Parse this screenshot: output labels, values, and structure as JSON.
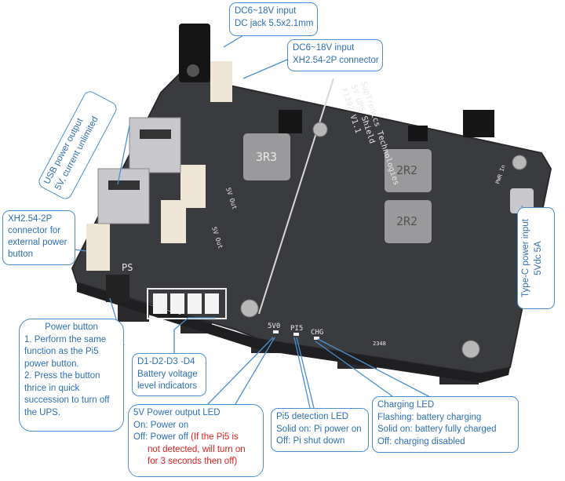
{
  "callouts": {
    "dc_jack": {
      "lines": [
        "DC6~18V input",
        "DC jack 5.5x2.1mm"
      ]
    },
    "xh_input": {
      "lines": [
        "DC6~18V input",
        "XH2.54-2P connector"
      ]
    },
    "usb": {
      "lines": [
        "USB power output",
        "5V, current unlimited"
      ]
    },
    "xh_button": {
      "lines": [
        "XH2.54-2P",
        "connector for",
        "external power",
        "button"
      ]
    },
    "power_button": {
      "title": "Power button",
      "lines": [
        "1. Perform the same",
        "function as the Pi5",
        "power button.",
        "2. Press the button",
        "thrice in quick",
        "succession to turn off",
        "the UPS."
      ]
    },
    "battery_leds": {
      "lines": [
        "D1-D2-D3 -D4",
        "Battery voltage",
        "level indicators"
      ]
    },
    "led_5v": {
      "lines": [
        "5V Power output LED",
        "On: Power on",
        "Off: Power off "
      ],
      "note_lines": [
        "(If the Pi5 is",
        "not detected, will turn on",
        "for 3 seconds then off)"
      ]
    },
    "led_pi5": {
      "lines": [
        "Pi5 detection LED",
        "Solid on: Pi power on",
        "Off: Pi shut down"
      ]
    },
    "led_chg": {
      "lines": [
        "Charging LED",
        "Flashing: battery charging",
        "Solid on: battery fully charged",
        "Off: charging disabled"
      ]
    },
    "typec": {
      "lines": [
        "Type-C power input",
        "5Vdc 5A"
      ]
    }
  },
  "board_silkscreen": {
    "brand": "SupTronics Technologies",
    "product": "5V UPS Shield",
    "model": "X1202 V1.1",
    "led_5v": "5V0",
    "led_pi5": "PI5",
    "led_chg": "CHG",
    "inductor_a": "2R2",
    "inductor_b": "2R2",
    "inductor_c": "3R3",
    "out_a": "5V Out",
    "out_b": "5V Out",
    "pwr_in": "PWR In",
    "ps": "PS",
    "date_code": "2348"
  },
  "colors": {
    "callout_border": "#4a8fd0",
    "callout_text": "#2e6fb4",
    "warning_text": "#e02020",
    "pcb": "#3a3b3e"
  }
}
